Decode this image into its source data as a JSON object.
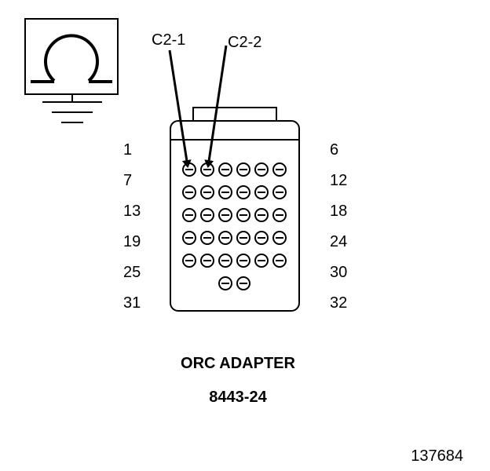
{
  "callouts": {
    "left": "C2-1",
    "right": "C2-2"
  },
  "pin_labels": {
    "left": [
      "1",
      "7",
      "13",
      "19",
      "25",
      "31"
    ],
    "right": [
      "6",
      "12",
      "18",
      "24",
      "30",
      "32"
    ]
  },
  "pin_grid": {
    "full_rows": 5,
    "pins_per_row": 6,
    "last_row_pins": 2
  },
  "title": "ORC ADAPTER",
  "part_number": "8443-24",
  "figure_id": "137684",
  "colors": {
    "ink": "#000000",
    "background": "#ffffff"
  }
}
